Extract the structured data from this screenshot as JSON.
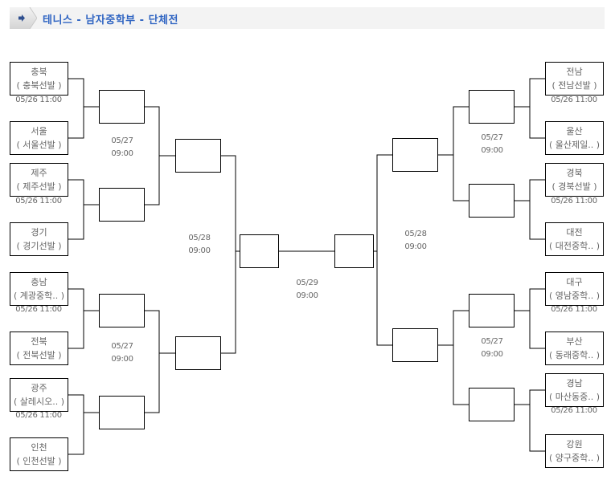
{
  "header": {
    "title": "테니스 - 남자중학부 - 단체전",
    "icon": "arrow-right-icon"
  },
  "left_teams": [
    {
      "region": "충북",
      "school": "( 충북선발 )",
      "time": "05/26  11:00"
    },
    {
      "region": "서울",
      "school": "( 서울선발 )"
    },
    {
      "region": "제주",
      "school": "( 제주선발 )",
      "time": "05/26  11:00"
    },
    {
      "region": "경기",
      "school": "( 경기선발 )"
    },
    {
      "region": "충남",
      "school": "( 계광중학.. )",
      "time": "05/26  11:00"
    },
    {
      "region": "전북",
      "school": "( 전북선발 )"
    },
    {
      "region": "광주",
      "school": "( 살레시오.. )",
      "time": "05/26  11:00"
    },
    {
      "region": "인천",
      "school": "( 인천선발 )"
    }
  ],
  "right_teams": [
    {
      "region": "전남",
      "school": "( 전남선발 )",
      "time": "05/26  11:00"
    },
    {
      "region": "울산",
      "school": "( 울산제일.. )"
    },
    {
      "region": "경북",
      "school": "( 경북선발 )",
      "time": "05/26  11:00"
    },
    {
      "region": "대전",
      "school": "( 대전중학.. )"
    },
    {
      "region": "대구",
      "school": "( 영남중학.. )",
      "time": "05/26  11:00"
    },
    {
      "region": "부산",
      "school": "( 동래중학.. )"
    },
    {
      "region": "경남",
      "school": "( 마산동중.. )",
      "time": "05/26  11:00"
    },
    {
      "region": "강원",
      "school": "( 양구중학.. )"
    }
  ],
  "schedule": {
    "quarter_left": [
      {
        "date": "05/27",
        "time": "09:00"
      },
      {
        "date": "05/27",
        "time": "09:00"
      }
    ],
    "quarter_right": [
      {
        "date": "05/27",
        "time": "09:00"
      },
      {
        "date": "05/27",
        "time": "09:00"
      }
    ],
    "semi_left": {
      "date": "05/28",
      "time": "09:00"
    },
    "semi_right": {
      "date": "05/28",
      "time": "09:00"
    },
    "final": {
      "date": "05/29",
      "time": "09:00"
    }
  }
}
